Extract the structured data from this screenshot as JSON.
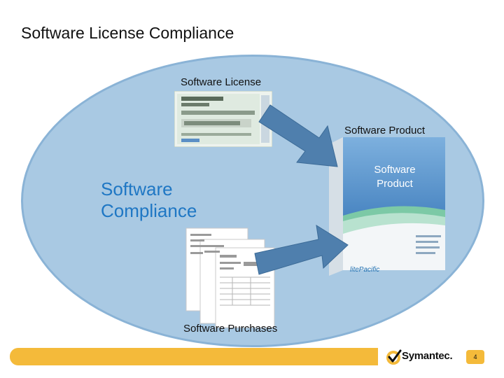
{
  "slide": {
    "title": "Software License Compliance",
    "page_number": "4"
  },
  "diagram": {
    "center_label": [
      "Software",
      "Compliance"
    ],
    "license_label": "Software License",
    "product_label": "Software Product",
    "purchases_label": "Software Purchases",
    "product_box_text": [
      "Software",
      "Product"
    ],
    "product_box_brand": "litePаcific",
    "colors": {
      "ellipse_fill": "#a9c9e3",
      "ellipse_border": "#8ab3d6",
      "compliance_text": "#1f77c4",
      "arrow": "#4f7fad",
      "footer_bar": "#f4ba3a"
    }
  },
  "footer": {
    "brand": "Symantec.",
    "logo_icon": "checkmark-circle-icon"
  }
}
